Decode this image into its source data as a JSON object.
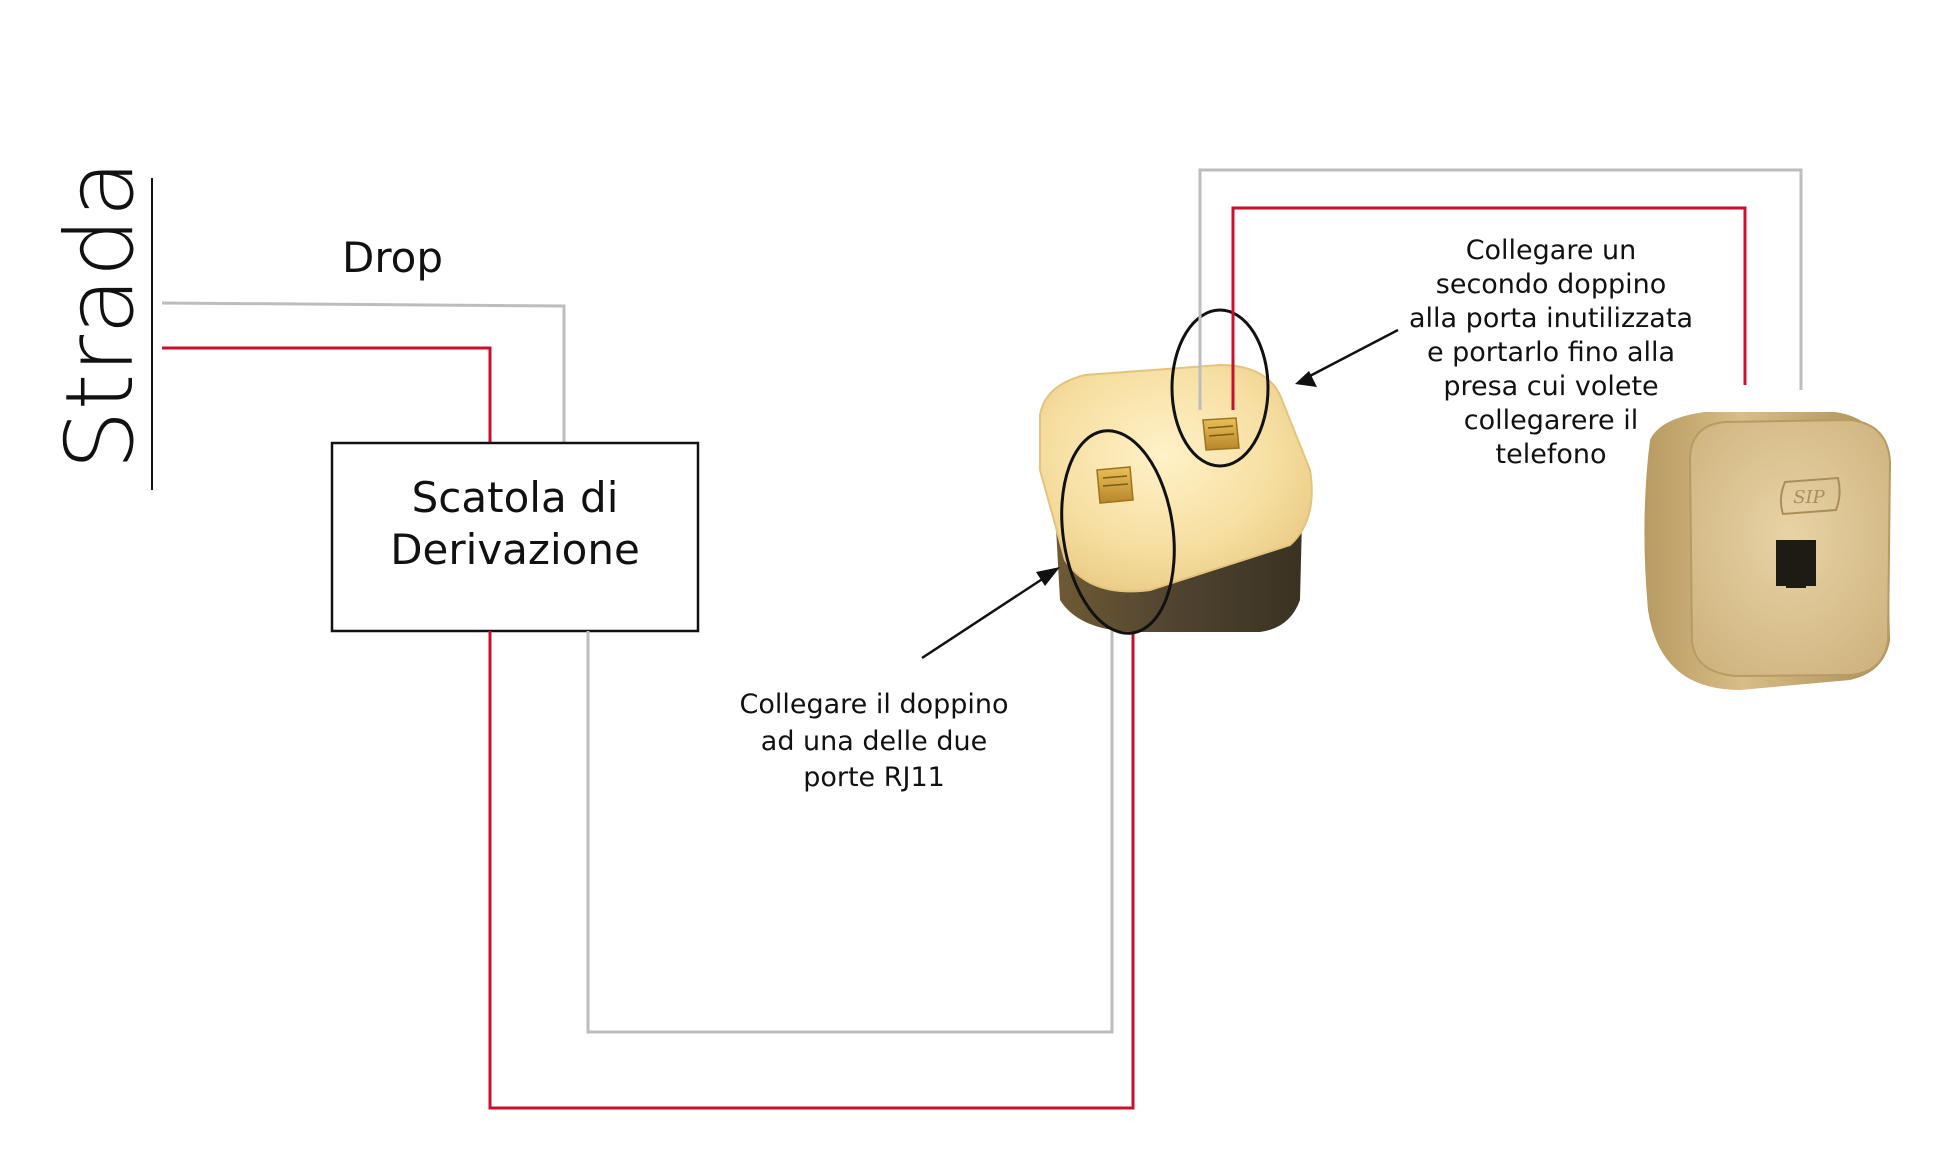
{
  "strada_label": "Strada",
  "drop_label": "Drop",
  "junction_box": {
    "line1": "Scatola di",
    "line2": "Derivazione"
  },
  "note_first": [
    "Collegare il doppino",
    "ad una delle due",
    "porte RJ11"
  ],
  "note_second": [
    "Collegare un",
    "secondo doppino",
    "alla porta inutilizzata",
    "e portarlo fino alla",
    "presa cui volete",
    "collegarere il",
    "telefono"
  ],
  "wall_socket_logo": "SIP",
  "colors": {
    "wire_red": "#c8102e",
    "wire_grey": "#bdbdbd",
    "plug_body": "#f6dea0",
    "socket_body": "#e2cb9a"
  }
}
